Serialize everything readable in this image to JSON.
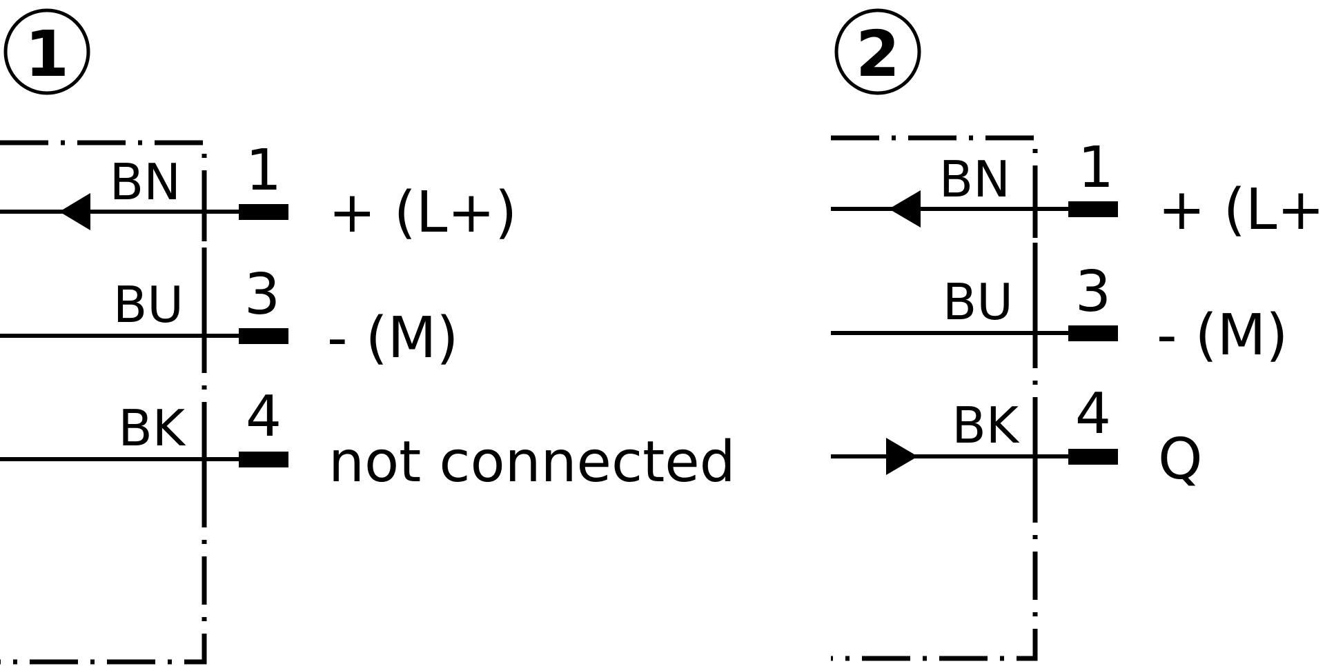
{
  "colors": {
    "ink": "#000000",
    "background": "#ffffff"
  },
  "panels": [
    {
      "number": "1",
      "connections": [
        {
          "wire": "BN",
          "pin": "1",
          "signal": "+ (L+)",
          "arrow": "inward"
        },
        {
          "wire": "BU",
          "pin": "3",
          "signal": "- (M)",
          "arrow": "none"
        },
        {
          "wire": "BK",
          "pin": "4",
          "signal": "not connected",
          "arrow": "none"
        }
      ]
    },
    {
      "number": "2",
      "connections": [
        {
          "wire": "BN",
          "pin": "1",
          "signal": "+ (L+)",
          "arrow": "inward"
        },
        {
          "wire": "BU",
          "pin": "3",
          "signal": "- (M)",
          "arrow": "none"
        },
        {
          "wire": "BK",
          "pin": "4",
          "signal": "Q",
          "arrow": "outward"
        }
      ]
    }
  ]
}
